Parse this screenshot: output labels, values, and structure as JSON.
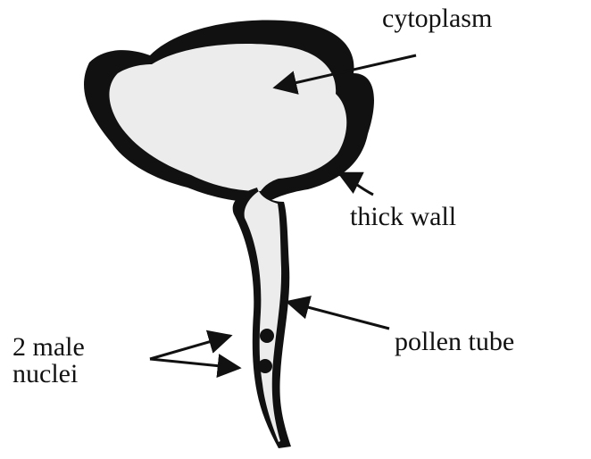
{
  "labels": {
    "cytoplasm": "cytoplasm",
    "thick_wall": "thick wall",
    "pollen_tube": "pollen tube",
    "male_nuclei_line1": "2 male",
    "male_nuclei_line2": "nuclei"
  },
  "colors": {
    "ink": "#111111",
    "cell_fill": "#ececec",
    "background": "#ffffff"
  }
}
